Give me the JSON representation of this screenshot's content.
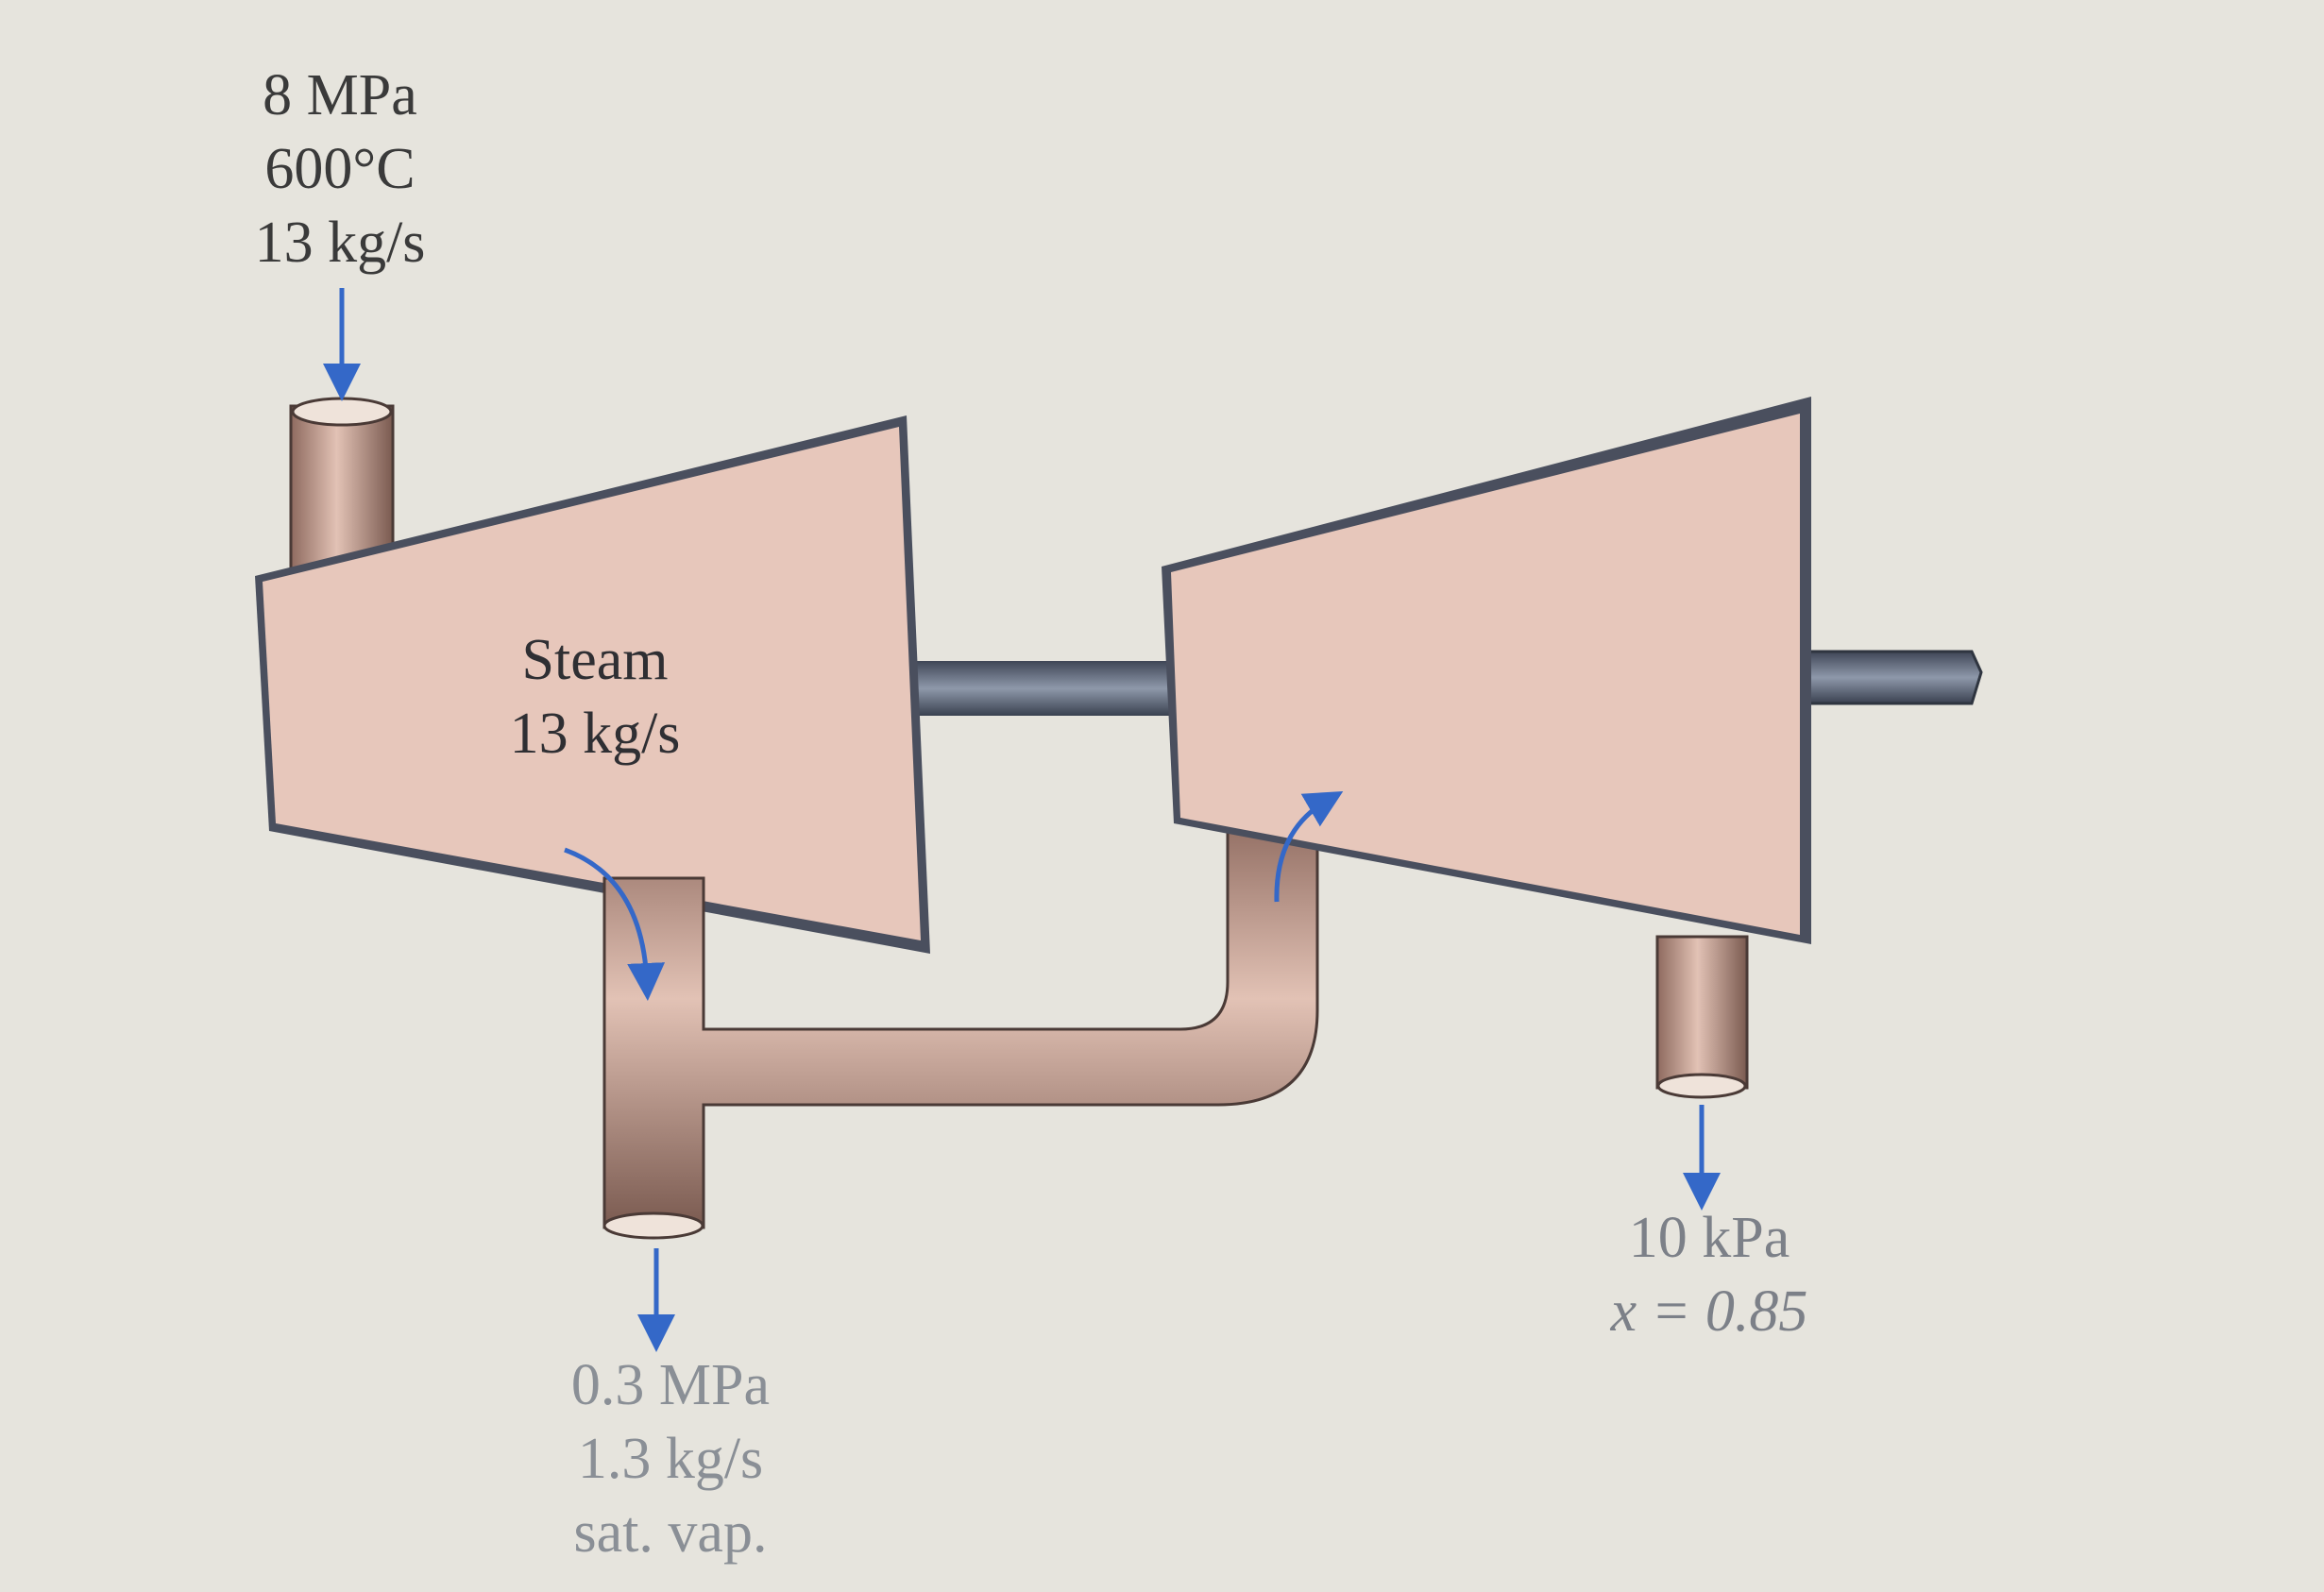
{
  "inlet": {
    "pressure": "8 MPa",
    "temperature": "600°C",
    "mass_flow": "13 kg/s"
  },
  "turbine_label": {
    "name": "Steam",
    "mass_flow": "13 kg/s"
  },
  "extraction": {
    "pressure": "0.3 MPa",
    "mass_flow": "1.3 kg/s",
    "state": "sat. vap."
  },
  "exhaust": {
    "pressure": "10 kPa",
    "quality": "x = 0.85"
  },
  "colors": {
    "background": "#e6e4dd",
    "casing_fill": "#e7c7bb",
    "casing_edge": "#4a4f5e",
    "pipe": "#b68d80",
    "shaft": "#606a7c",
    "arrow": "#3468c8"
  }
}
